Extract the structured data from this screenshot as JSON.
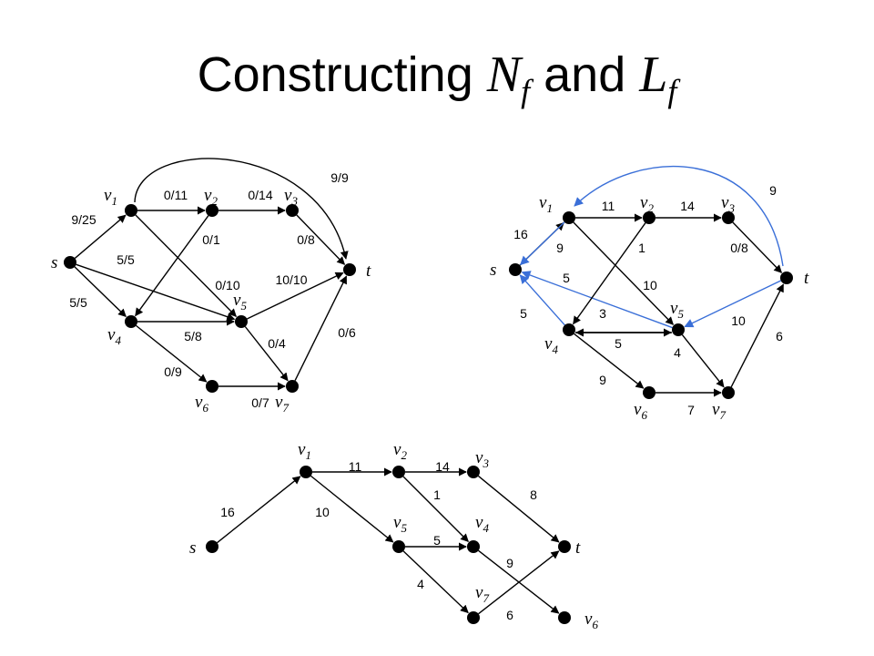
{
  "title": {
    "prefix": "Constructing ",
    "n": "N",
    "n_sub": "f",
    "and": " and ",
    "l": "L",
    "l_sub": "f"
  },
  "graphs": [
    {
      "id": "network",
      "nodes": [
        {
          "id": "s",
          "label": "s",
          "sub": ""
        },
        {
          "id": "v1",
          "label": "v",
          "sub": "1"
        },
        {
          "id": "v2",
          "label": "v",
          "sub": "2"
        },
        {
          "id": "v3",
          "label": "v",
          "sub": "3"
        },
        {
          "id": "v4",
          "label": "v",
          "sub": "4"
        },
        {
          "id": "v5",
          "label": "v",
          "sub": "5"
        },
        {
          "id": "v6",
          "label": "v",
          "sub": "6"
        },
        {
          "id": "v7",
          "label": "v",
          "sub": "7"
        },
        {
          "id": "t",
          "label": "t",
          "sub": ""
        }
      ],
      "edges": [
        {
          "from": "s",
          "to": "v1",
          "label": "9/25"
        },
        {
          "from": "s",
          "to": "v4",
          "label": "5/5"
        },
        {
          "from": "s",
          "to": "v5",
          "label": "5/5"
        },
        {
          "from": "v1",
          "to": "v2",
          "label": "0/11"
        },
        {
          "from": "v1",
          "to": "v5",
          "label": "0/10"
        },
        {
          "from": "v1",
          "to": "t",
          "label": "9/9"
        },
        {
          "from": "v2",
          "to": "v3",
          "label": "0/14"
        },
        {
          "from": "v2",
          "to": "v4",
          "label": "0/1"
        },
        {
          "from": "v3",
          "to": "t",
          "label": "0/8"
        },
        {
          "from": "v5",
          "to": "t",
          "label": "10/10"
        },
        {
          "from": "v4",
          "to": "v5",
          "label": "5/8"
        },
        {
          "from": "v4",
          "to": "v6",
          "label": "0/9"
        },
        {
          "from": "v5",
          "to": "v7",
          "label": "0/4"
        },
        {
          "from": "v6",
          "to": "v7",
          "label": "0/7"
        },
        {
          "from": "v7",
          "to": "t",
          "label": "0/6"
        }
      ]
    },
    {
      "id": "residual",
      "nodes": [
        {
          "id": "s",
          "label": "s",
          "sub": ""
        },
        {
          "id": "v1",
          "label": "v",
          "sub": "1"
        },
        {
          "id": "v2",
          "label": "v",
          "sub": "2"
        },
        {
          "id": "v3",
          "label": "v",
          "sub": "3"
        },
        {
          "id": "v4",
          "label": "v",
          "sub": "4"
        },
        {
          "id": "v5",
          "label": "v",
          "sub": "5"
        },
        {
          "id": "v6",
          "label": "v",
          "sub": "6"
        },
        {
          "id": "v7",
          "label": "v",
          "sub": "7"
        },
        {
          "id": "t",
          "label": "t",
          "sub": ""
        }
      ],
      "edges": [
        {
          "from": "s",
          "to": "v1",
          "label": "16",
          "color": "black"
        },
        {
          "from": "v1",
          "to": "s",
          "label": "9",
          "color": "blue"
        },
        {
          "from": "v4",
          "to": "s",
          "label": "5",
          "color": "blue"
        },
        {
          "from": "v5",
          "to": "s",
          "label": "5",
          "color": "blue"
        },
        {
          "from": "v1",
          "to": "v2",
          "label": "11",
          "color": "black"
        },
        {
          "from": "v1",
          "to": "v5",
          "label": "10",
          "color": "black"
        },
        {
          "from": "t",
          "to": "v1",
          "label": "9",
          "color": "blue"
        },
        {
          "from": "v2",
          "to": "v3",
          "label": "14",
          "color": "black"
        },
        {
          "from": "v2",
          "to": "v4",
          "label": "1",
          "color": "black"
        },
        {
          "from": "v3",
          "to": "t",
          "label": "0/8",
          "color": "black"
        },
        {
          "from": "t",
          "to": "v5",
          "label": "10",
          "color": "blue"
        },
        {
          "from": "v5",
          "to": "v4",
          "label": "3",
          "color": "black"
        },
        {
          "from": "v4",
          "to": "v5",
          "label": "5",
          "color": "black"
        },
        {
          "from": "v4",
          "to": "v6",
          "label": "9",
          "color": "black"
        },
        {
          "from": "v5",
          "to": "v7",
          "label": "4",
          "color": "black"
        },
        {
          "from": "v6",
          "to": "v7",
          "label": "7",
          "color": "black"
        },
        {
          "from": "v7",
          "to": "t",
          "label": "6",
          "color": "black"
        }
      ]
    },
    {
      "id": "layered",
      "nodes": [
        {
          "id": "s",
          "label": "s",
          "sub": ""
        },
        {
          "id": "v1",
          "label": "v",
          "sub": "1"
        },
        {
          "id": "v2",
          "label": "v",
          "sub": "2"
        },
        {
          "id": "v3",
          "label": "v",
          "sub": "3"
        },
        {
          "id": "v5",
          "label": "v",
          "sub": "5"
        },
        {
          "id": "v4",
          "label": "v",
          "sub": "4"
        },
        {
          "id": "v7",
          "label": "v",
          "sub": "7"
        },
        {
          "id": "t",
          "label": "t",
          "sub": ""
        },
        {
          "id": "v6",
          "label": "v",
          "sub": "6"
        }
      ],
      "edges": [
        {
          "from": "s",
          "to": "v1",
          "label": "16"
        },
        {
          "from": "v1",
          "to": "v2",
          "label": "11"
        },
        {
          "from": "v1",
          "to": "v5",
          "label": "10"
        },
        {
          "from": "v2",
          "to": "v3",
          "label": "14"
        },
        {
          "from": "v2",
          "to": "v4",
          "label": "1"
        },
        {
          "from": "v3",
          "to": "t",
          "label": "8"
        },
        {
          "from": "v5",
          "to": "v4",
          "label": "5"
        },
        {
          "from": "v5",
          "to": "v7",
          "label": "4"
        },
        {
          "from": "v4",
          "to": "v6",
          "label": "9"
        },
        {
          "from": "v7",
          "to": "t",
          "label": "6"
        }
      ]
    }
  ],
  "colors": {
    "node": "#000000",
    "edge": "#000000",
    "residual_back_edge": "#3a6fd8"
  }
}
